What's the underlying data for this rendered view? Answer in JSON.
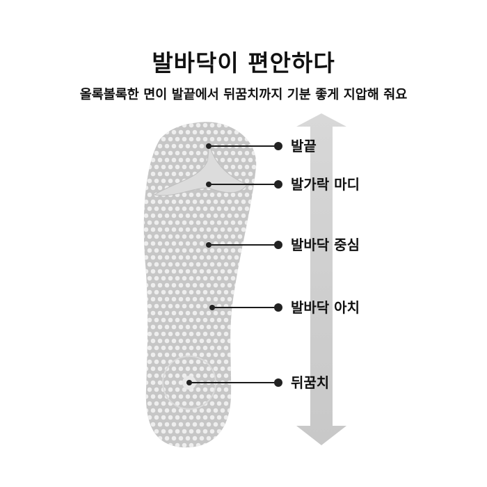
{
  "title": "발바닥이 편안하다",
  "subtitle": "올록볼록한 면이 발끝에서 뒤꿈치까지 기분 좋게 지압해 줘요",
  "labels": [
    {
      "text": "발끝"
    },
    {
      "text": "발가락 마디"
    },
    {
      "text": "발바닥 중심"
    },
    {
      "text": "발바닥 아치"
    },
    {
      "text": "뒤꿈치"
    }
  ],
  "colors": {
    "insole": "#c9c9c9",
    "nub": "#eeeeee",
    "arrow": "#d4d4d4",
    "line": "#1a1a1a"
  }
}
